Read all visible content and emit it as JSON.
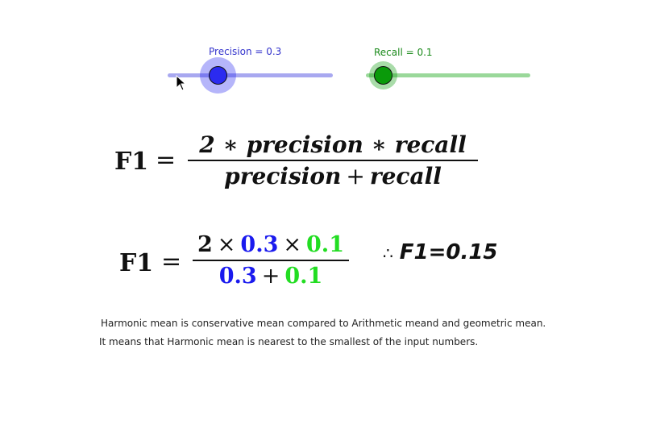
{
  "sliders": {
    "precision": {
      "label": "Precision = 0.3",
      "value": 0.3,
      "color": "#3333cc",
      "track_color": "#a8a8f0",
      "knob_color": "#2b2bf0"
    },
    "recall": {
      "label": "Recall = 0.1",
      "value": 0.1,
      "color": "#1a8a1a",
      "track_color": "#9ad89a",
      "knob_color": "#0a9a0a"
    }
  },
  "formula_general": {
    "lhs": "F1",
    "equals": "=",
    "numerator": "2 ∗ precision ∗ recall",
    "denominator_left": "precision",
    "plus": "+",
    "denominator_right": "recall"
  },
  "formula_numeric": {
    "lhs": "F1",
    "equals": "=",
    "num_two": "2",
    "times": "×",
    "precision_value": "0.3",
    "recall_value": "0.1",
    "plus": "+",
    "precision_color": "#1a1aee",
    "recall_color": "#22dd22"
  },
  "result": {
    "therefore": "∴",
    "text": "F1=0.15"
  },
  "notes": {
    "line1": "Harmonic mean is conservative mean compared to Arithmetic meand and geometric mean.",
    "line2": "It means that Harmonic mean is nearest to the smallest of the input numbers."
  }
}
